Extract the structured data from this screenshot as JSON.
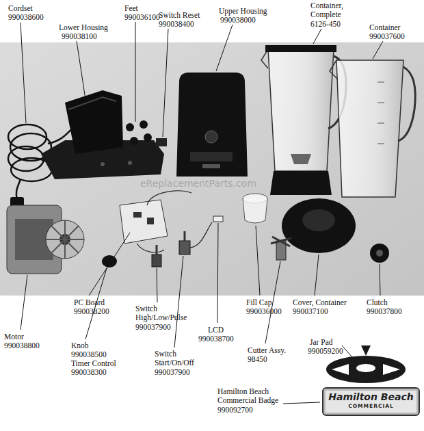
{
  "diagram": {
    "nodes": [
      {
        "text": [
          "Hamilton Beach",
          "COMMERCIAL"
        ]
      }
    ],
    "labels": [
      "Cordset",
      "990038600",
      "Lower Housing",
      "990038100",
      "Feet",
      "990036100",
      "Switch Reset",
      "990038400",
      "Upper Housing",
      "990038000",
      "Container, Complete",
      "6126-450",
      "Container",
      "990037600",
      "eReplacementParts.com",
      "PC Board",
      "990038200",
      "Motor",
      "990038800",
      "Knob",
      "990038500",
      "Timer Control",
      "990038300",
      "Switch High/Low/Pulse",
      "990037900",
      "Switch Start/On/Off",
      "990037900",
      "LCD",
      "990038700",
      "Fill Cap",
      "990036000",
      "Cutter Assy.",
      "98450",
      "Cover, Container",
      "990037100",
      "Clutch",
      "990037800",
      "Jar Pad",
      "990059200",
      "Hamilton Beach Commercial Badge",
      "990092700"
    ]
  }
}
